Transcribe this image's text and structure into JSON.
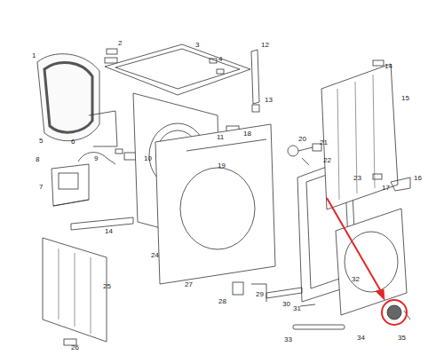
{
  "diagram": {
    "labels": [
      "1",
      "2",
      "3",
      "4",
      "5",
      "6",
      "7",
      "8",
      "9",
      "10",
      "11",
      "12",
      "13",
      "14",
      "15",
      "16",
      "17",
      "18",
      "19",
      "20",
      "21",
      "22",
      "23",
      "24",
      "14",
      "25",
      "26",
      "27",
      "28",
      "29",
      "30",
      "31",
      "32",
      "33",
      "34",
      "35"
    ]
  }
}
